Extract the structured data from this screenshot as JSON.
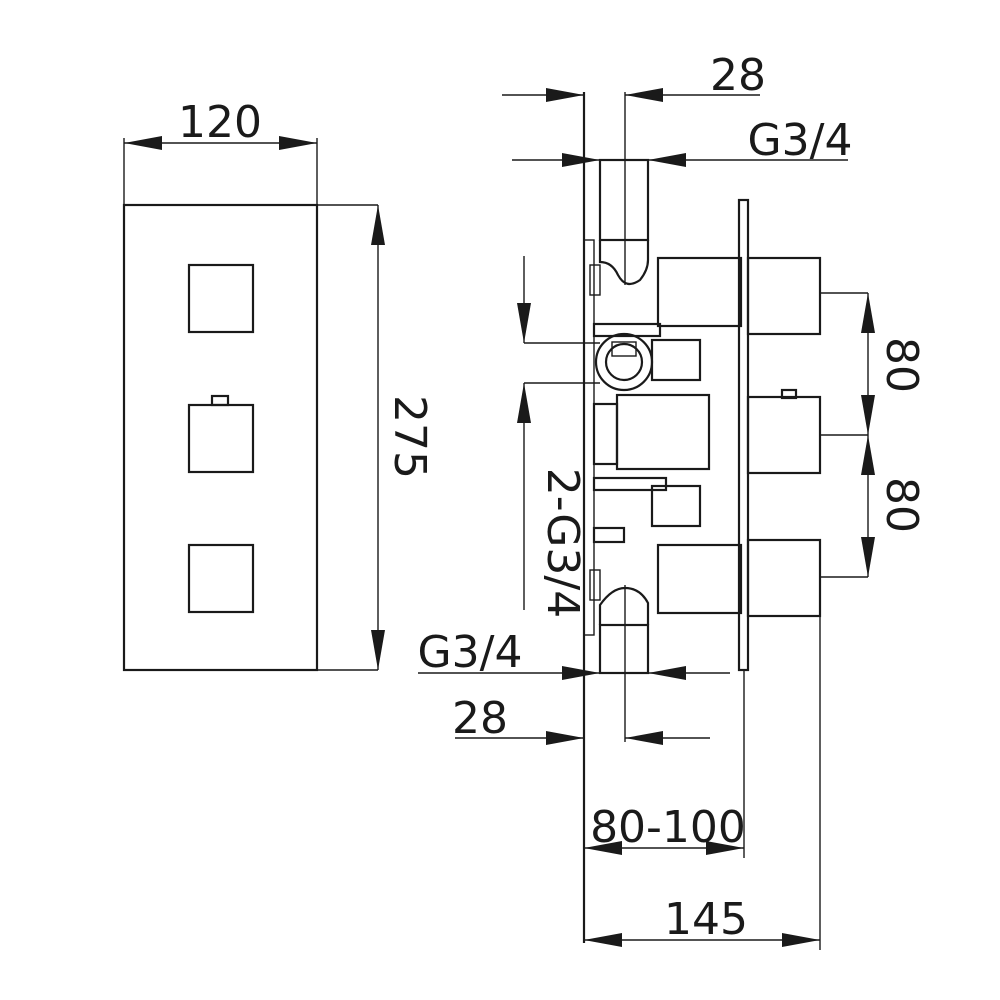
{
  "front_view": {
    "width_label": "120",
    "height_label": "275"
  },
  "side_view": {
    "top_pitch_label": "28",
    "top_thread_label": "G3/4",
    "side_thread_label": "2-G3/4",
    "spacing_upper_label": "80",
    "spacing_lower_label": "80",
    "bottom_thread_label": "G3/4",
    "bottom_pitch_label": "28",
    "wall_depth_label": "80-100",
    "overall_depth_label": "145"
  }
}
